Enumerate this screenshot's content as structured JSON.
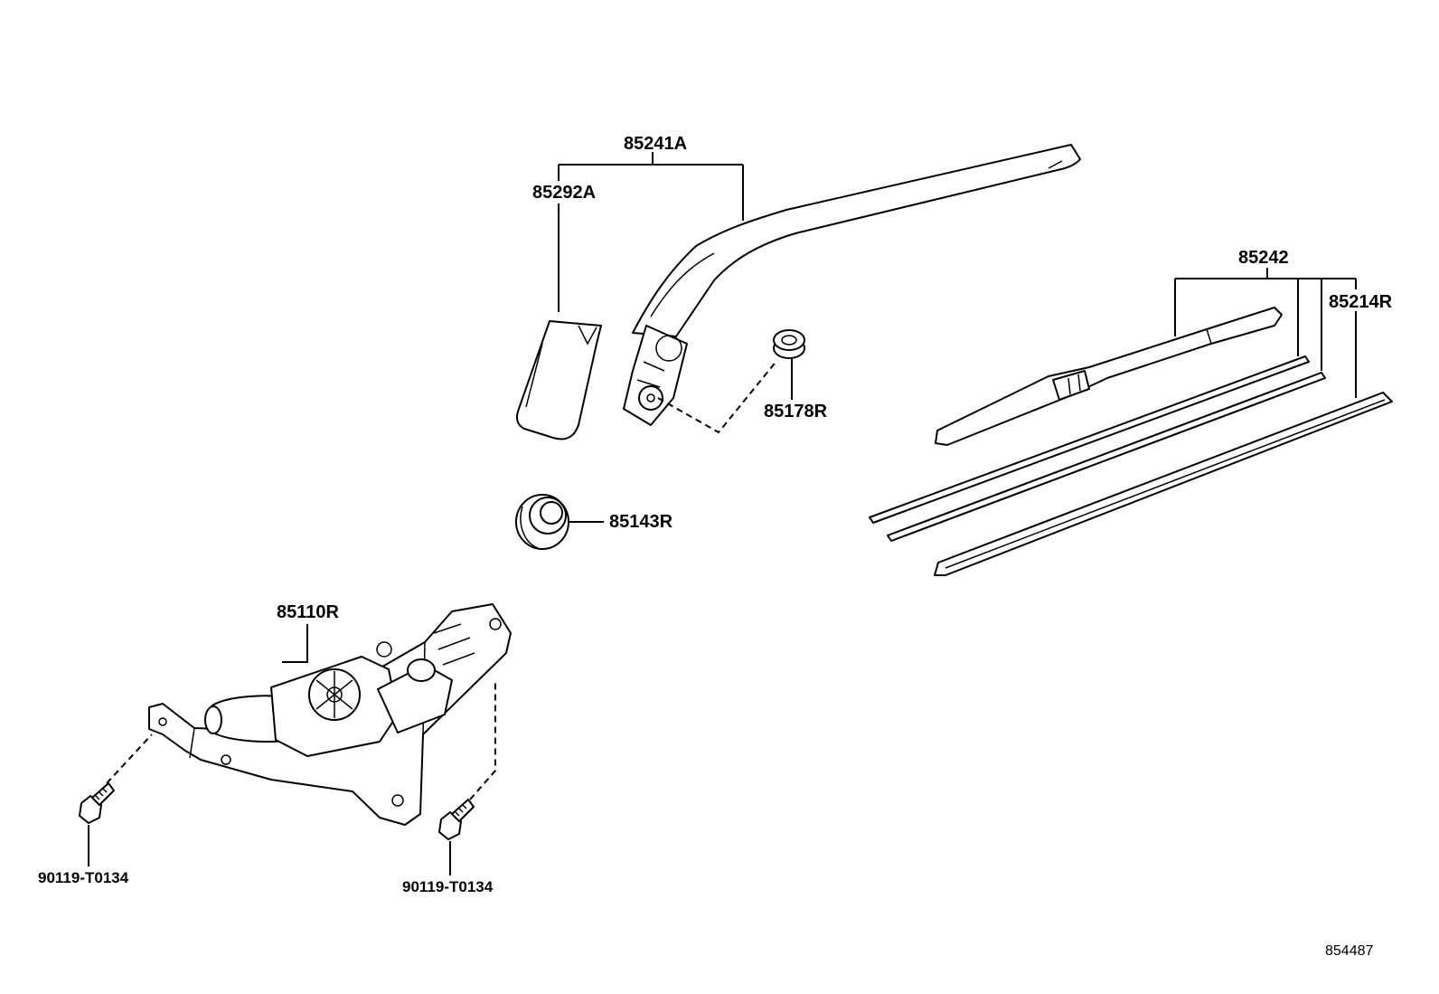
{
  "parts": {
    "arm_assembly": "85241A",
    "arm_cover": "85292A",
    "nut": "85178R",
    "grommet": "85143R",
    "motor": "85110R",
    "bolt_left": "90119-T0134",
    "bolt_right": "90119-T0134",
    "blade": "85242",
    "blade_rubber": "85214R"
  },
  "figure_id": "854487"
}
